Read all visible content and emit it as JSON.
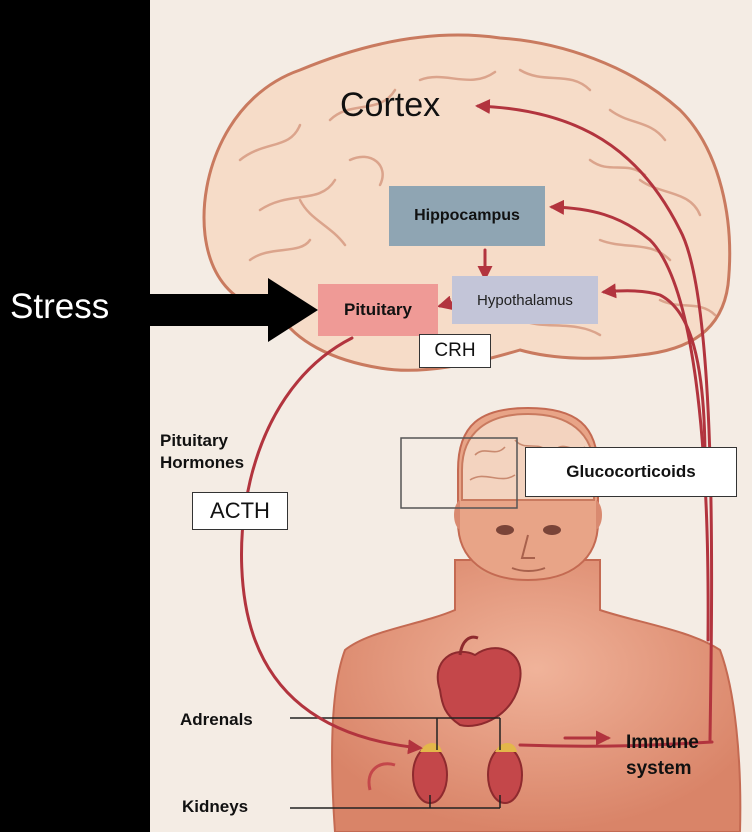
{
  "labels": {
    "stress": "Stress",
    "cortex": "Cortex",
    "hippocampus": "Hippocampus",
    "hypothalamus": "Hypothalamus",
    "pituitary": "Pituitary",
    "crh": "CRH",
    "pituitary_hormones_line1": "Pituitary",
    "pituitary_hormones_line2": "Hormones",
    "acth": "ACTH",
    "glucocorticoids": "Glucocorticoids",
    "adrenals": "Adrenals",
    "kidneys": "Kidneys",
    "immune_line1": "Immune",
    "immune_line2": "system"
  },
  "colors": {
    "feedback_arrow": "#b2343e",
    "stress_arrow": "#000000",
    "brain_fill": "#f6dcc8",
    "brain_outline": "#c97a5f",
    "hippocampus_fill": "#8fa5b3",
    "hypothalamus_fill": "#c3c5d8",
    "pituitary_fill": "#ef9a96"
  }
}
